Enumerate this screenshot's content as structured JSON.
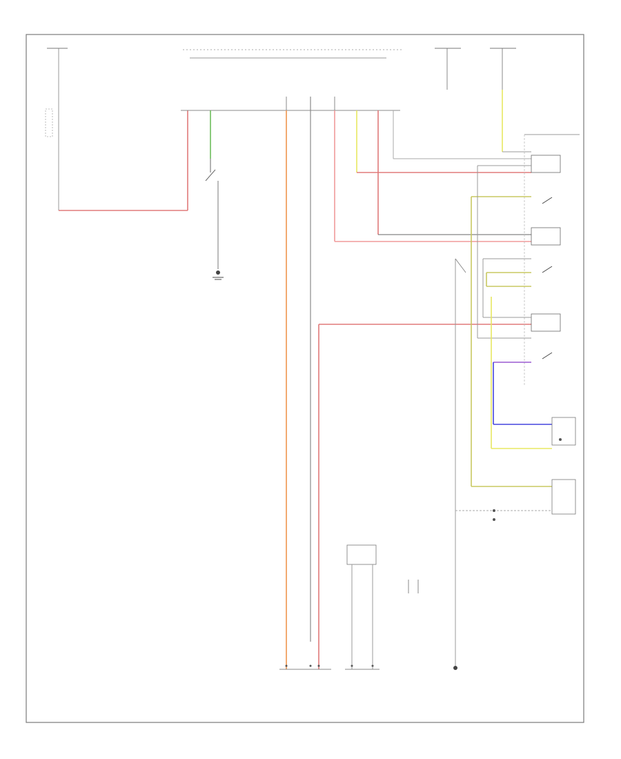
{
  "diagram": {
    "frame_label": "",
    "footer_tag": "",
    "colors": {
      "frame": "#7a7a7a",
      "wire_gray": "#9a9a9a",
      "wire_red": "#e07a7a",
      "wire_pink": "#f09a9a",
      "wire_orange": "#f0a060",
      "wire_green": "#6cbc5c",
      "wire_yellow": "#e8e860",
      "wire_yellow_dark": "#c8c860",
      "wire_blue": "#4444dd",
      "wire_purple": "#9a5ad0",
      "wire_dark": "#555555"
    },
    "components": [
      {
        "id": "hot-at-all-times",
        "text": ""
      },
      {
        "id": "engine-fuse-block",
        "text": ""
      },
      {
        "id": "engine-control-module",
        "text": ""
      },
      {
        "id": "hot-in-run-left",
        "text": ""
      },
      {
        "id": "hot-in-run-right",
        "text": ""
      },
      {
        "id": "junction-connector-left",
        "text": ""
      },
      {
        "id": "oil-pressure-switch",
        "text": ""
      },
      {
        "id": "junction-connector-mid",
        "text": ""
      },
      {
        "id": "ground-left",
        "text": ""
      },
      {
        "id": "passenger-junction-block",
        "text": ""
      },
      {
        "id": "relay-left-block",
        "text": ""
      },
      {
        "id": "relay-mid-block",
        "text": ""
      },
      {
        "id": "relay-lower-block",
        "text": ""
      },
      {
        "id": "engine-coolant-sensor",
        "text": ""
      },
      {
        "id": "compressor-sensor",
        "text": ""
      },
      {
        "id": "engine-speed-sensor",
        "text": ""
      },
      {
        "id": "vehicle-speed-sensor",
        "text": ""
      },
      {
        "id": "engine-ground",
        "text": ""
      },
      {
        "id": "junction-bottom-a",
        "text": ""
      },
      {
        "id": "junction-bottom-b",
        "text": ""
      },
      {
        "id": "engine-harness-ground",
        "text": ""
      },
      {
        "id": "body-ground",
        "text": ""
      }
    ]
  }
}
